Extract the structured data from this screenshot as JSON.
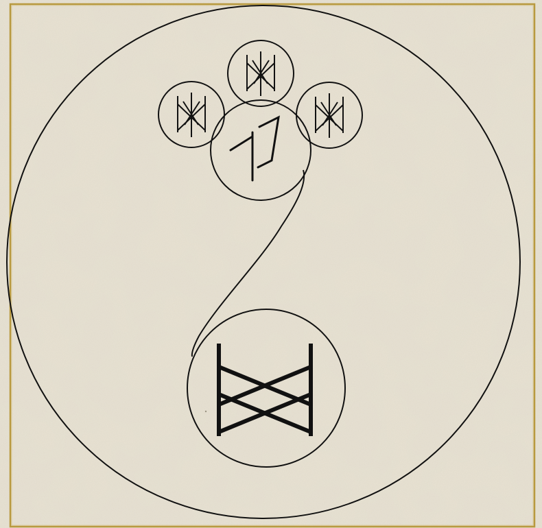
{
  "colors": {
    "paper": "#e8e2d3",
    "paper_speckle": "#cfc6b1",
    "border": "#b8993f",
    "ink": "#111111"
  },
  "diagram": {
    "labels": {
      "outer": "outer-circle",
      "top_cluster": "top-rune-cluster",
      "bottom": "bottom-rune-circle",
      "connector": "connecting-curve"
    },
    "runes": {
      "center_top": "bindrune-knot",
      "satellites": [
        "bindrune-knot",
        "bindrune-knot",
        "bindrune-knot"
      ],
      "main_center": "bindrune-wunjo",
      "bottom": "bindrune-dagaz-double"
    }
  }
}
